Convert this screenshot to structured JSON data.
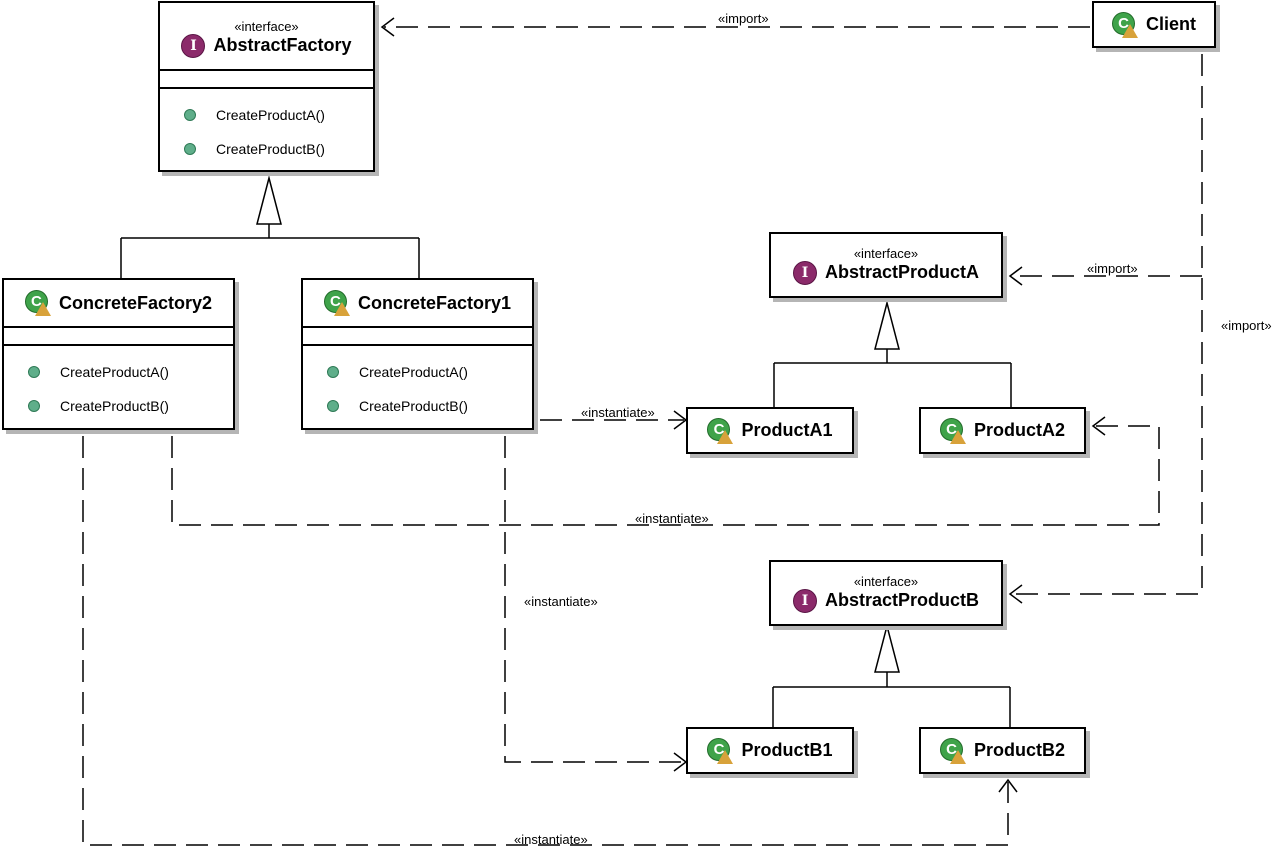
{
  "classes": {
    "abstract_factory": {
      "stereotype": "«interface»",
      "name": "AbstractFactory",
      "ops": [
        "CreateProductA()",
        "CreateProductB()"
      ]
    },
    "client": {
      "name": "Client"
    },
    "concrete_factory2": {
      "name": "ConcreteFactory2",
      "ops": [
        "CreateProductA()",
        "CreateProductB()"
      ]
    },
    "concrete_factory1": {
      "name": "ConcreteFactory1",
      "ops": [
        "CreateProductA()",
        "CreateProductB()"
      ]
    },
    "abstract_product_a": {
      "stereotype": "«interface»",
      "name": "AbstractProductA"
    },
    "abstract_product_b": {
      "stereotype": "«interface»",
      "name": "AbstractProductB"
    },
    "product_a1": {
      "name": "ProductA1"
    },
    "product_a2": {
      "name": "ProductA2"
    },
    "product_b1": {
      "name": "ProductB1"
    },
    "product_b2": {
      "name": "ProductB2"
    }
  },
  "icons": {
    "interface_letter": "I",
    "class_letter": "C"
  },
  "labels": {
    "import_client_factory": "«import»",
    "import_client_product_a": "«import»",
    "import_client_product_b": "«import»",
    "inst_cf1_a1": "«instantiate»",
    "inst_cf2_a2": "«instantiate»",
    "inst_cf1_b1": "«instantiate»",
    "inst_cf2_b2": "«instantiate»"
  },
  "colors": {
    "interface_icon": "#8b2a6a",
    "class_icon": "#3fa34a",
    "operation_dot": "#5fae8a",
    "shadow": "#b5b5b5"
  }
}
